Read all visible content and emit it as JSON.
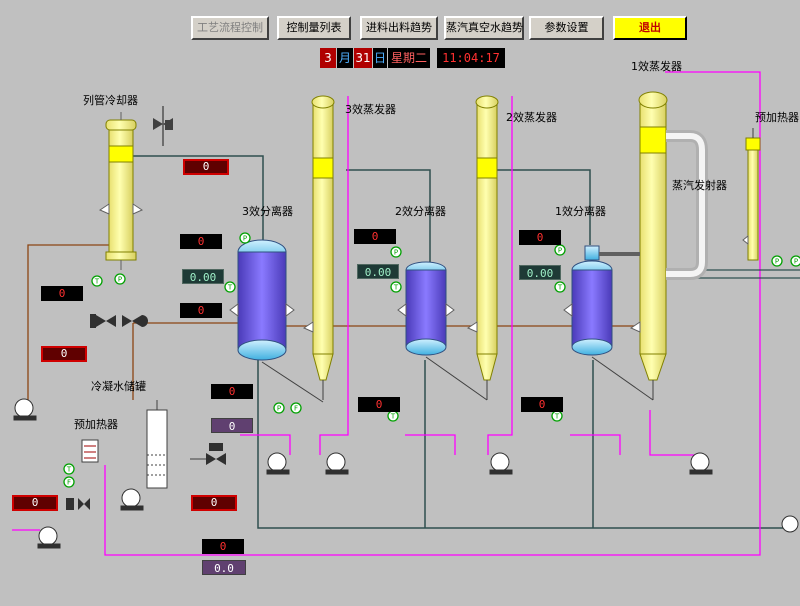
{
  "toolbar": {
    "buttons": [
      {
        "label": "工艺流程控制",
        "state": "disabled"
      },
      {
        "label": "控制量列表",
        "state": "normal"
      },
      {
        "label": "进料出料趋势",
        "state": "normal"
      },
      {
        "label": "蒸汽真空水趋势",
        "state": "normal"
      },
      {
        "label": "参数设置",
        "state": "normal"
      },
      {
        "label": "退出",
        "state": "exit"
      }
    ]
  },
  "datetime": {
    "month": "3",
    "month_unit": "月",
    "day": "31",
    "day_unit": "日",
    "weekday": "星期二",
    "time": "11:04:17"
  },
  "labels": {
    "condenser": "列管冷却器",
    "evap3": "3效蒸发器",
    "evap2": "2效蒸发器",
    "evap1": "1效蒸发器",
    "preheater_right": "预加热器",
    "sep3": "3效分离器",
    "sep2": "2效分离器",
    "sep1": "1效分离器",
    "steam_ejector": "蒸汽发射器",
    "condensate_tank": "冷凝水储罐",
    "preheater_left": "预加热器"
  },
  "readings": {
    "r1": "0",
    "r2": "0",
    "r3": "0.00",
    "r4": "0",
    "r5": "0",
    "r6": "0",
    "r7": "0.00",
    "r8": "0",
    "r9": "0.00",
    "r10": "0",
    "r11": "0",
    "r12": "0",
    "r13": "0",
    "r14": "0",
    "r15": "0",
    "r16": "0",
    "r17": "0",
    "r18": "0.0"
  },
  "colors": {
    "background": "#c0c0c0",
    "vessel": "#ffff99",
    "separator": "#6a5ae8",
    "steam_line": "#ff00ff",
    "condensate_line": "#8b4513",
    "vacuum_line": "#2f4f4f"
  },
  "instruments": {
    "pressure": "P",
    "temperature": "T",
    "flow": "F"
  }
}
